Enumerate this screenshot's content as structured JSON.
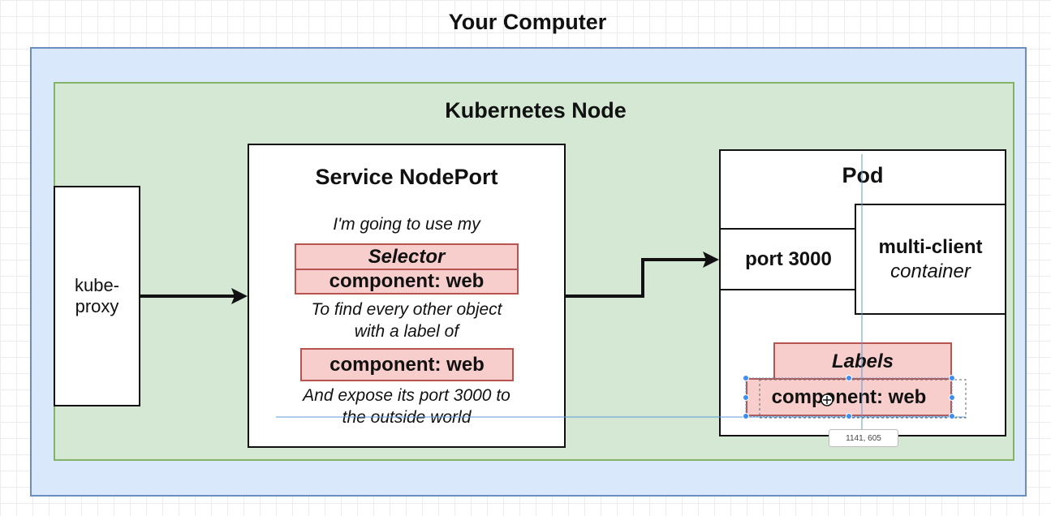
{
  "computer": {
    "title": "Your Computer"
  },
  "node": {
    "title": "Kubernetes Node"
  },
  "kube_proxy": {
    "label": "kube-\nproxy"
  },
  "service": {
    "title": "Service NodePort",
    "intro": "I'm going to use my",
    "selector_heading": "Selector",
    "selector_value": "component: web",
    "find_text_line1": "To find every other object",
    "find_text_line2": "with a label of",
    "label_value": "component: web",
    "expose_line1": "And expose its port 3000 to",
    "expose_line2": "the outside world"
  },
  "pod": {
    "title": "Pod",
    "port": "port 3000",
    "container_name": "multi-client",
    "container_sub": "container",
    "labels_heading": "Labels",
    "labels_value": "component: web"
  },
  "editor": {
    "cursor_coordinates": "1141, 605"
  },
  "colors": {
    "computer_fill": "#dae8fc",
    "computer_stroke": "#6c8ebf",
    "node_fill": "#d5e8d4",
    "node_stroke": "#82b366",
    "label_fill": "#f8cecc",
    "label_stroke": "#b85450",
    "guide": "#5b9bd5",
    "handle": "#3d8ef0"
  },
  "icons": {
    "cursor": "move-cursor-icon",
    "arrow": "arrow-head-icon"
  }
}
